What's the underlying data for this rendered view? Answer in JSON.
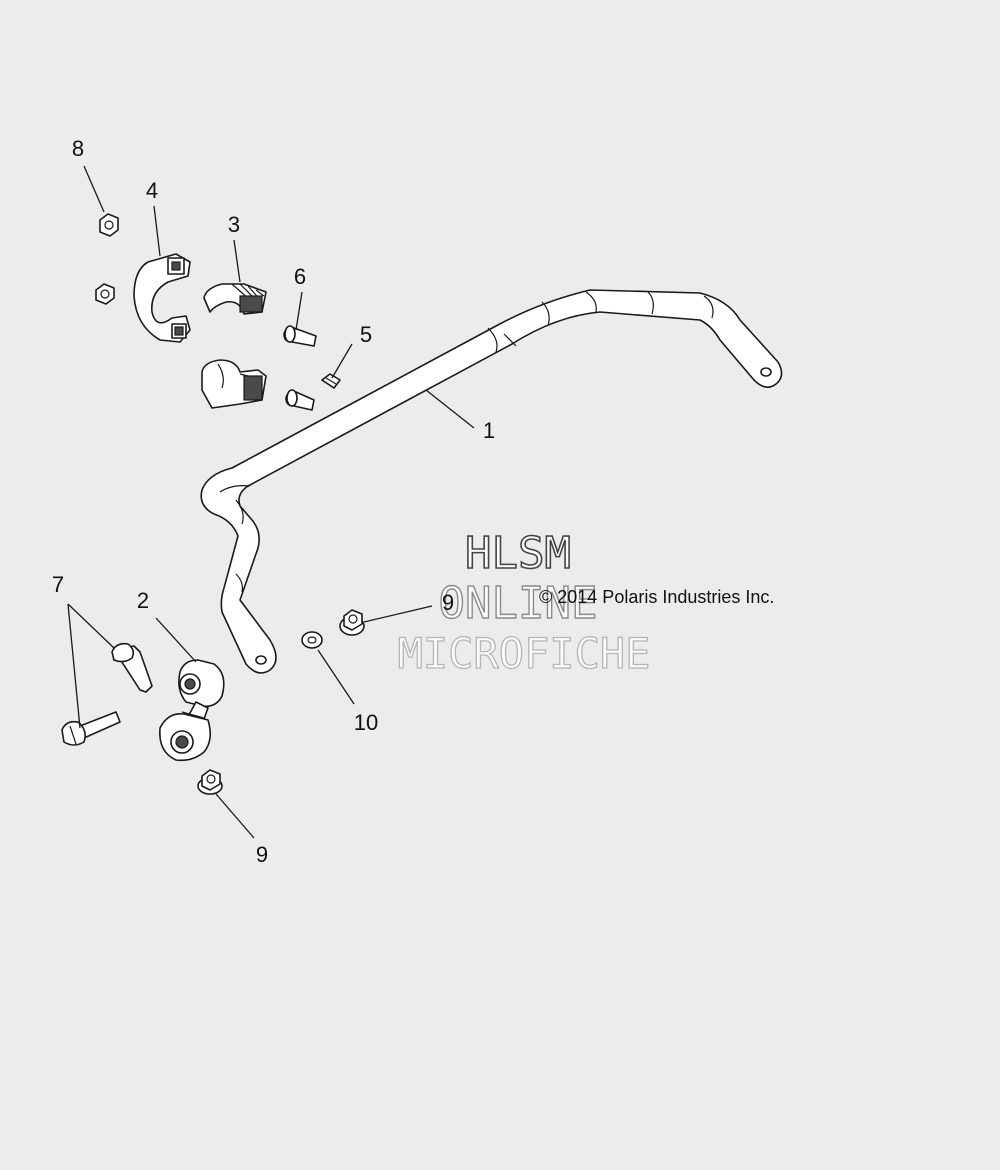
{
  "callouts": {
    "c1": "1",
    "c2": "2",
    "c3": "3",
    "c4": "4",
    "c5": "5",
    "c6": "6",
    "c7": "7",
    "c8": "8",
    "c9a": "9",
    "c9b": "9",
    "c10": "10"
  },
  "copyright": "© 2014 Polaris Industries Inc.",
  "watermark": {
    "line1": "HLSM",
    "line2": "ONLINE",
    "line3": "MICROFICHE"
  },
  "colors": {
    "background": "#ececec",
    "line": "#1a1a1a"
  }
}
